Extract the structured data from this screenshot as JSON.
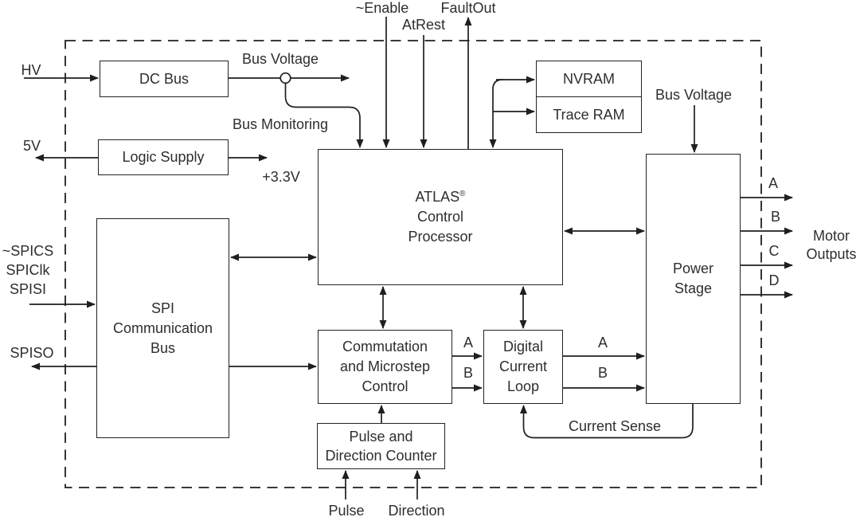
{
  "diagram": {
    "blocks": {
      "dc_bus": {
        "label": "DC Bus"
      },
      "logic_supply": {
        "label": "Logic Supply"
      },
      "spi_bus": {
        "label": "SPI\nCommunication\nBus"
      },
      "atlas": {
        "name": "ATLAS",
        "reg_mark": "®",
        "label_rest": "Control\nProcessor"
      },
      "nvram": {
        "label": "NVRAM"
      },
      "trace_ram": {
        "label": "Trace RAM"
      },
      "power_stage": {
        "label": "Power\nStage"
      },
      "commutation": {
        "label": "Commutation\nand Microstep\nControl"
      },
      "digital_current_loop": {
        "label": "Digital\nCurrent\nLoop"
      },
      "pulse_direction_counter": {
        "label": "Pulse and\nDirection Counter"
      }
    },
    "signals": {
      "hv": "HV",
      "five_v": "5V",
      "spics": "~SPICS",
      "spiclk": "SPIClk",
      "spisi": "SPISI",
      "spiso": "SPISO",
      "enable": "~Enable",
      "atrest": "AtRest",
      "faultout": "FaultOut",
      "pulse": "Pulse",
      "direction": "Direction",
      "bus_voltage_top": "Bus Voltage",
      "bus_voltage_right": "Bus Voltage",
      "bus_monitoring": "Bus Monitoring",
      "plus_3v3": "+3.3V",
      "current_sense": "Current Sense",
      "motor_outputs": "Motor\nOutputs",
      "phase_a_to_loop": "A",
      "phase_b_to_loop": "B",
      "phase_a_to_power": "A",
      "phase_b_to_power": "B",
      "out_a": "A",
      "out_b": "B",
      "out_c": "C",
      "out_d": "D"
    },
    "colors": {
      "line": "#1f1f1f",
      "text": "#2e2e2e",
      "background": "#ffffff"
    }
  }
}
